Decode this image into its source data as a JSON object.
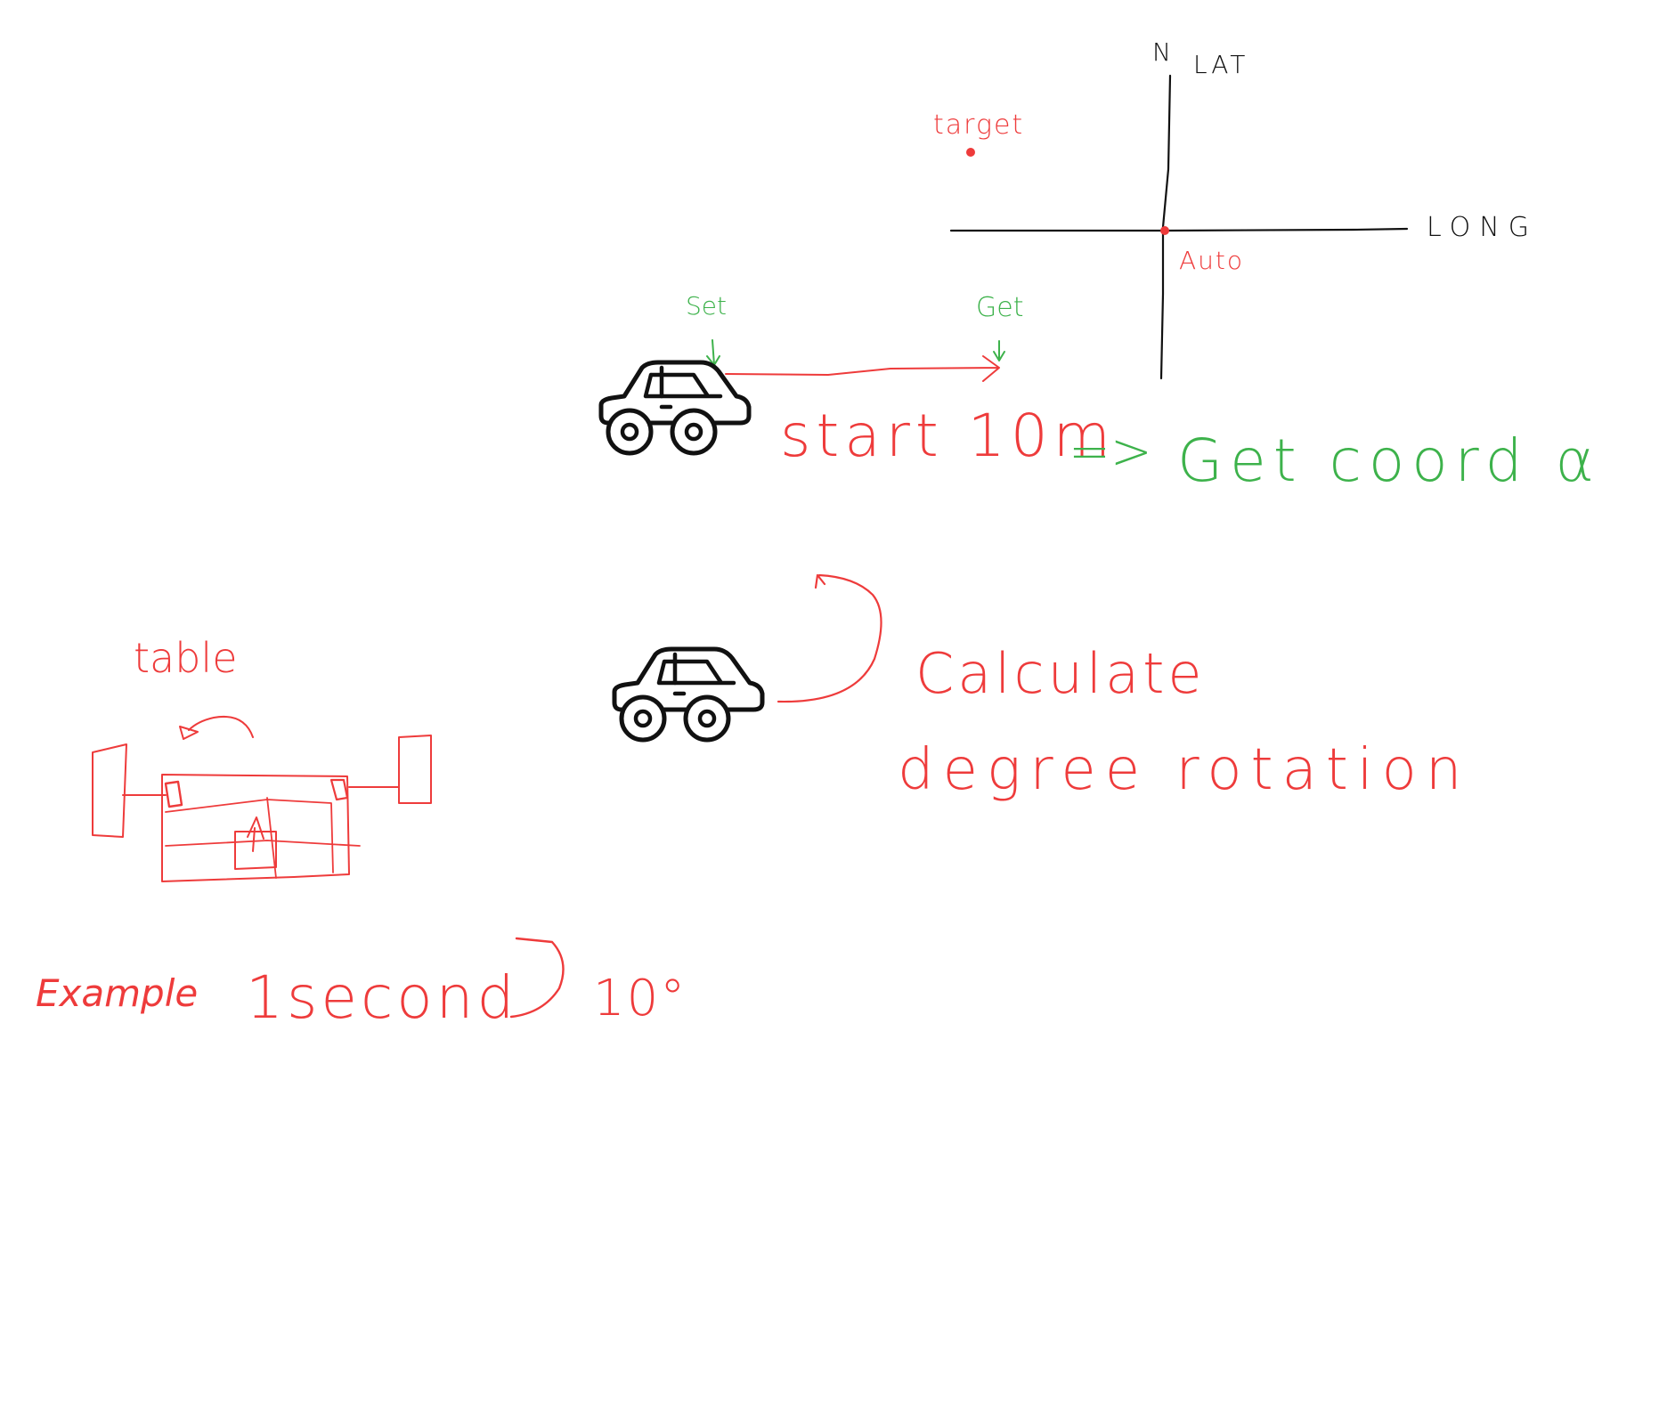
{
  "colors": {
    "red": "#ee3b3b",
    "green": "#3db24b",
    "black": "#111111",
    "background": "#ffffff"
  },
  "axes": {
    "n_label": "N",
    "lat_label": "LAT",
    "long_label": "LONG",
    "target_label": "target",
    "auto_label": "Auto"
  },
  "step1": {
    "set_label": "Set",
    "get_label": "Get",
    "caption_start": "start 10m",
    "caption_arrow": "=>",
    "caption_get": "Get coord α"
  },
  "step2": {
    "caption_line1": "Calculate",
    "caption_line2": "degree rotation"
  },
  "table": {
    "label": "table"
  },
  "example": {
    "label": "Example",
    "time": "1second",
    "angle": "10°"
  },
  "icons": {
    "car_top": "car-icon",
    "car_bottom": "car-icon",
    "rotate_arrow": "curved-arrow-icon"
  }
}
